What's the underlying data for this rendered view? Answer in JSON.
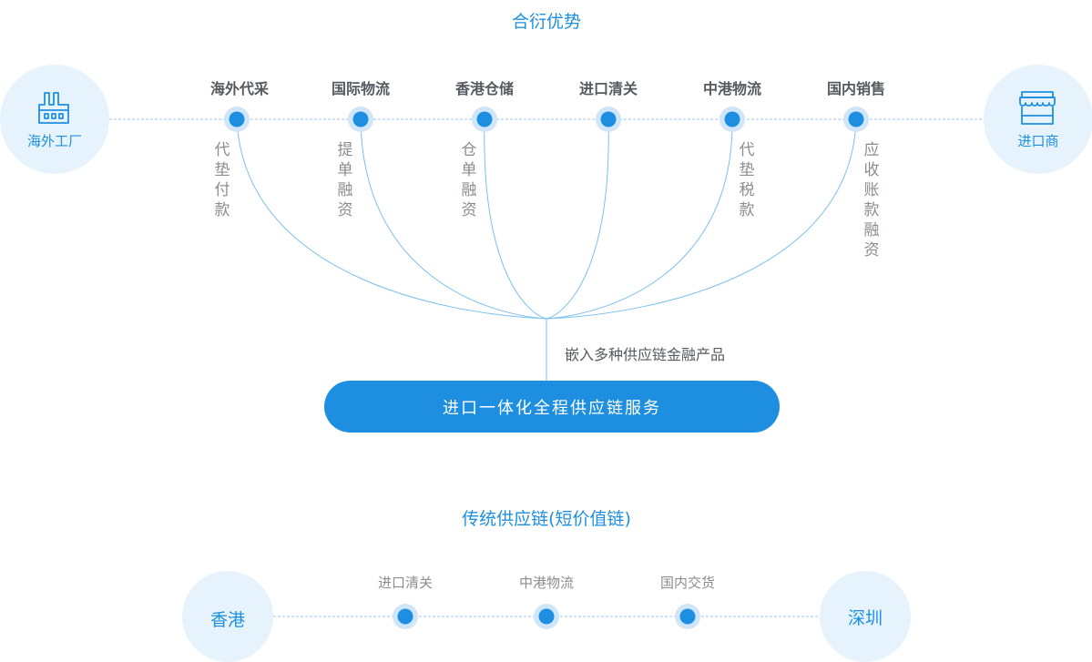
{
  "top": {
    "title": "合衍优势",
    "left_node": "海外工厂",
    "right_node": "进口商",
    "stages": [
      {
        "label": "海外代采",
        "finance": "代垫付款"
      },
      {
        "label": "国际物流",
        "finance": "提单融资"
      },
      {
        "label": "香港仓储",
        "finance": "仓单融资"
      },
      {
        "label": "进口清关",
        "finance": ""
      },
      {
        "label": "中港物流",
        "finance": "代垫税款"
      },
      {
        "label": "国内销售",
        "finance": "应收账款融资"
      }
    ],
    "note": "嵌入多种供应链金融产品",
    "service_button": "进口一体化全程供应链服务"
  },
  "bottom": {
    "title": "传统供应链(短价值链)",
    "left_node": "香港",
    "right_node": "深圳",
    "stages": [
      "进口清关",
      "中港物流",
      "国内交货"
    ]
  },
  "colors": {
    "accent": "#1e8fe0",
    "circle_bg": "#e6f3fc",
    "dot_halo": "#cfe6f8",
    "line": "#7cc0ec",
    "text_dark": "#555a5f",
    "text_gray": "#8a8d90"
  },
  "icons": {
    "left_node_icon": "factory-icon",
    "right_node_icon": "storefront-icon"
  }
}
